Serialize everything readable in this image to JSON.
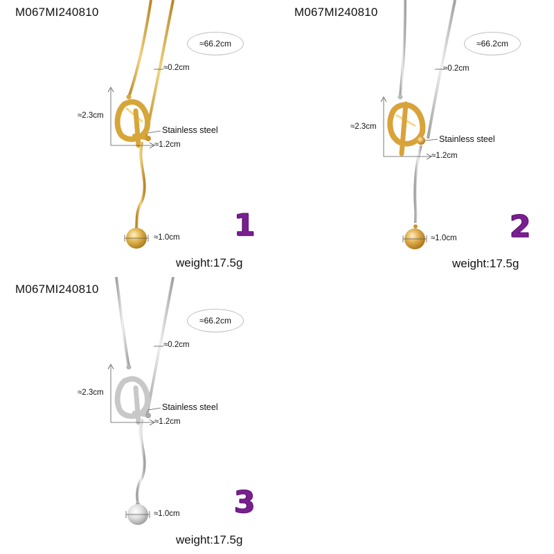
{
  "panels": [
    {
      "code": "M067MI240810",
      "finish": "gold",
      "length": "≈66.2cm",
      "chain_width": "≈0.2cm",
      "pendant_height": "≈2.3cm",
      "pendant_width": "≈1.2cm",
      "ball_size": "≈1.0cm",
      "material": "Stainless steel",
      "weight": "weight:17.5g",
      "number": "1"
    },
    {
      "code": "M067MI240810",
      "finish": "silver-gray",
      "length": "≈66.2cm",
      "chain_width": "≈0.2cm",
      "pendant_height": "≈2.3cm",
      "pendant_width": "≈1.2cm",
      "ball_size": "≈1.0cm",
      "material": "Stainless steel",
      "weight": "weight:17.5g",
      "number": "2"
    },
    {
      "code": "M067MI240810",
      "finish": "silver",
      "length": "≈66.2cm",
      "chain_width": "≈0.2cm",
      "pendant_height": "≈2.3cm",
      "pendant_width": "≈1.2cm",
      "ball_size": "≈1.0cm",
      "material": "Stainless steel",
      "weight": "weight:17.5g",
      "number": "3"
    }
  ],
  "colors": {
    "gold_light": "#f3d27a",
    "gold_dark": "#c99a2e",
    "steel_light": "#f4f4f4",
    "steel_dark": "#a9a9a9",
    "number_purple": "#7a1f90"
  }
}
